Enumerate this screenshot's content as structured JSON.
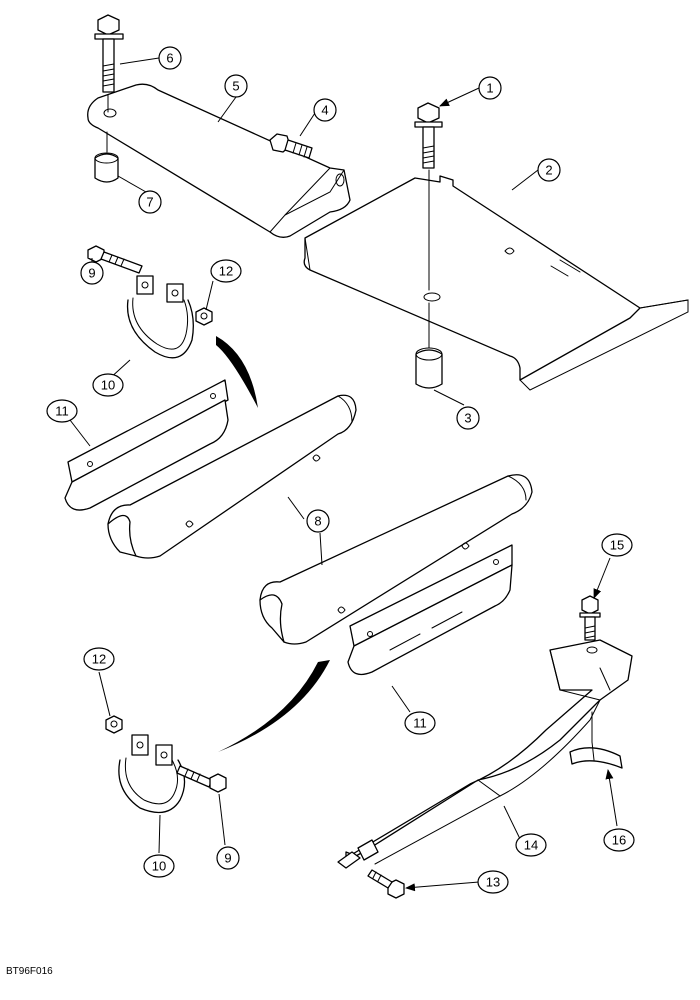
{
  "callouts": [
    "1",
    "2",
    "3",
    "4",
    "5",
    "6",
    "7",
    "8",
    "9",
    "10",
    "11",
    "12",
    "13",
    "14",
    "15",
    "16"
  ],
  "figure_id": "BT96F016"
}
